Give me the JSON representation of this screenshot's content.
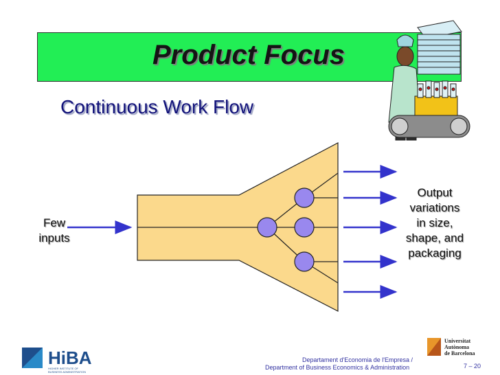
{
  "slide": {
    "title": "Product Focus",
    "subtitle": "Continuous Work Flow",
    "input_label_lines": [
      "Few",
      "inputs"
    ],
    "output_label_lines": [
      "Output",
      "variations",
      "in size,",
      "shape, and",
      "packaging"
    ]
  },
  "footer": {
    "dept_catalan": "Departament d'Economia de l'Empresa /",
    "dept_english": "Department of Business Economics & Administration",
    "page_number": "7 – 20",
    "logo_left": "HiBA",
    "logo_left_sub1": "HIGHER INSTITUTE OF",
    "logo_left_sub2": "BUSINESS ADMINISTRATION",
    "logo_right_line1": "Universitat",
    "logo_right_line2": "Autònoma",
    "logo_right_line3": "de Barcelona"
  },
  "colors": {
    "title_band": "#22ee55",
    "funnel_fill": "#fbd98c",
    "node_fill": "#9988ee",
    "arrow": "#3333cc",
    "footer_text": "#3030a0"
  },
  "icons": [
    "worker-clipart-icon",
    "hiba-logo-icon",
    "uab-logo-icon"
  ]
}
